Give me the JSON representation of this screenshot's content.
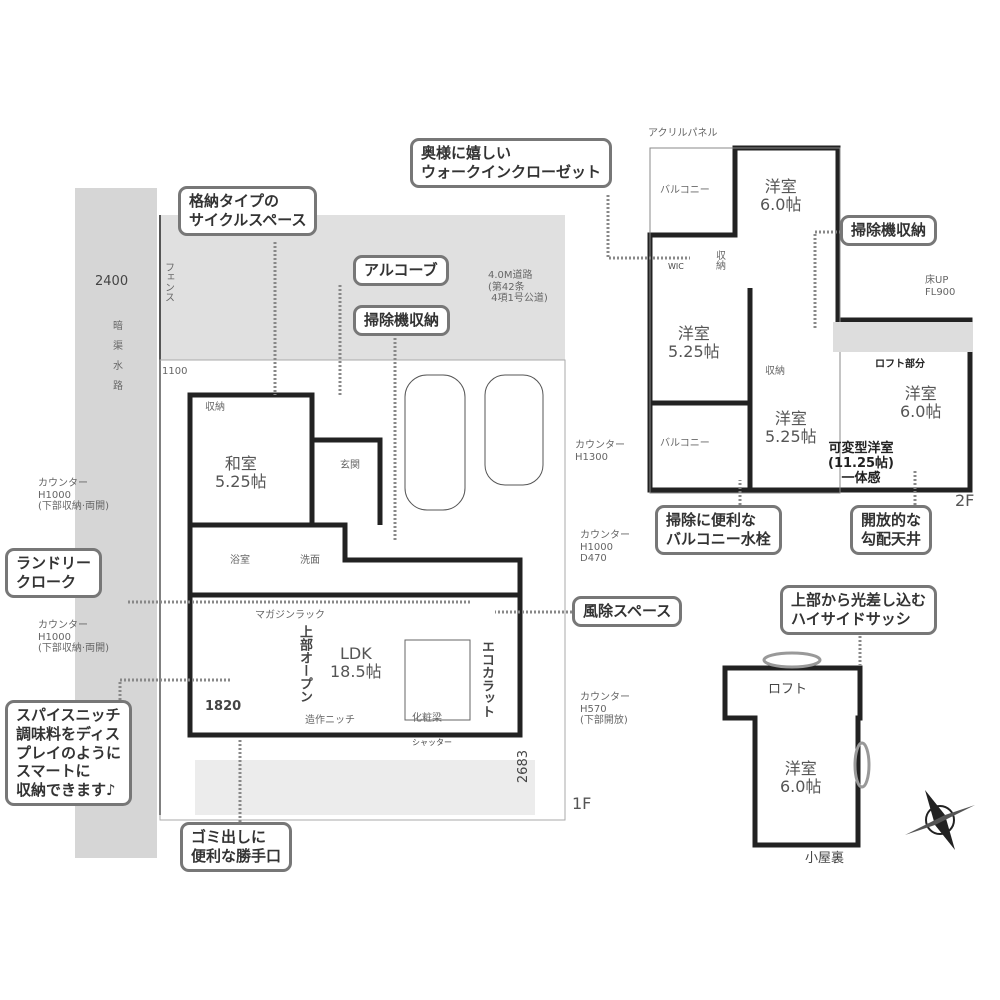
{
  "site": {
    "dim_2400": "2400",
    "fence": "フェンス",
    "channel": "暗渠水路",
    "dim_1100": "1100",
    "road": "4.0M道路\n(第42条\n 4項1号公道)"
  },
  "callouts": {
    "wic": "奥様に嬉しい\nウォークインクローゼット",
    "cycle": "格納タイプの\nサイクルスペース",
    "alcove": "アルコーブ",
    "vacuum_1f": "掃除機収納",
    "vacuum_2f": "掃除機収納",
    "laundry": "ランドリー\nクローク",
    "windbreak": "風除スペース",
    "spice": "スパイスニッチ\n調味料をディス\nプレイのように\nスマートに\n収納できます♪",
    "garbage": "ゴミ出しに\n便利な勝手口",
    "balcony_tap": "掃除に便利な\nバルコニー水栓",
    "ceiling": "開放的な\n勾配天井",
    "highside": "上部から光差し込む\nハイサイドサッシ"
  },
  "floor1": {
    "label": "1F",
    "storage": "収納",
    "washitsu": "和室\n5.25帖",
    "entrance": "玄関",
    "bath": "浴室",
    "wash": "洗面",
    "counter_a": "カウンター\nH1000\n(下部収納·両開)",
    "counter_b": "カウンター\nH1000\n(下部収納·両開)",
    "counter_c": "カウンター\nH1000\nD470",
    "counter_d": "カウンター\nH570\n(下部開放)",
    "magazine": "マガジンラック",
    "open_above": "上部オープン",
    "ldk": "LDK\n18.5帖",
    "niche": "造作ニッチ",
    "beam": "化粧梁",
    "ecocarat": "エコカラット",
    "shutter": "シャッター",
    "dim_1820": "1820",
    "dim_2683": "2683"
  },
  "floor2": {
    "label": "2F",
    "acrylic": "アクリルパネル",
    "balcony_top": "バルコニー",
    "balcony_bottom": "バルコニー",
    "room_a": "洋室\n6.0帖",
    "wic": "WIC",
    "storage_a": "収納",
    "room_b": "洋室\n5.25帖",
    "storage_b": "収納",
    "room_c": "洋室\n5.25帖",
    "floor_up": "床UP\nFL900",
    "loft_part": "ロフト部分",
    "room_d": "洋室\n6.0帖",
    "variable": "可変型洋室\n(11.25帖)\n一体感",
    "counter": "カウンター\nH1300"
  },
  "attic": {
    "label": "小屋裏",
    "loft": "ロフト",
    "room": "洋室\n6.0帖"
  }
}
